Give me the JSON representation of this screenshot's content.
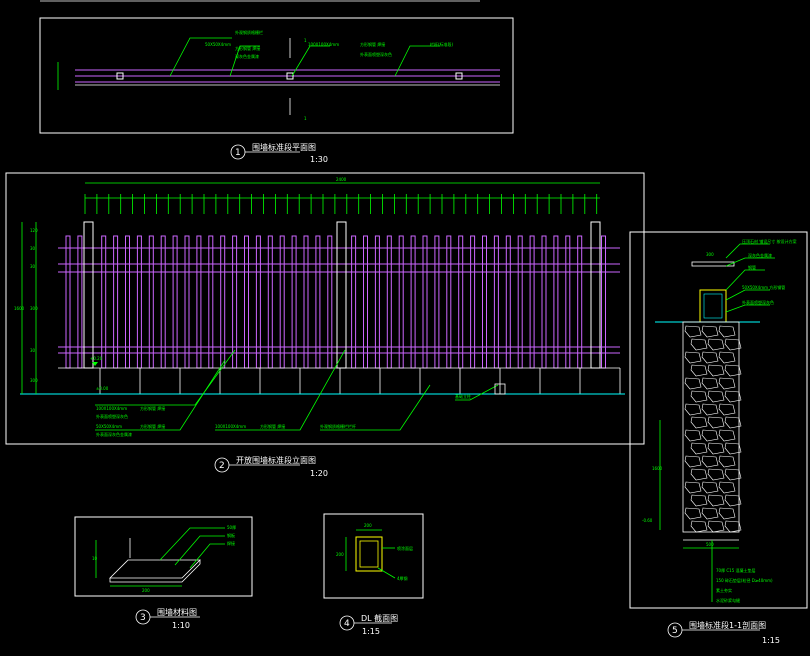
{
  "colors": {
    "background": "#000000",
    "frame": "#ffffff",
    "dimension": "#00ff00",
    "bar": "#cc66ff",
    "ground": "#00ffff"
  },
  "views": [
    {
      "number": "1",
      "title": "围墙标准段平面图",
      "scale": "1:30"
    },
    {
      "number": "2",
      "title": "开放围墙标准段立面图",
      "scale": "1:20"
    },
    {
      "number": "3",
      "title": "围墙材料图",
      "scale": "1:10"
    },
    {
      "number": "4",
      "title": "DL 截面图",
      "scale": "1:15"
    },
    {
      "number": "5",
      "title": "围墙标准段1-1剖面图",
      "scale": "1:15"
    }
  ],
  "plan": {
    "section_mark_top": "1",
    "section_mark_bottom": "1",
    "callouts": [
      "外观钢质格栅栏",
      "50X50X4mm",
      "方形钢管 焊接",
      "深灰色金属漆",
      "100X100X4mm",
      "方形钢管 焊接",
      "外表面喷塑深灰色",
      "栏杆(标准段)"
    ]
  },
  "elevation": {
    "overall_dim": "2400",
    "callouts": [
      "100X100X4mm",
      "方形钢管 焊接",
      "外表面喷塑深灰色",
      "50X50X4mm",
      "方形钢管 焊接",
      "外表面深灰色金属漆",
      "100X100X4mm",
      "方形钢管 焊接",
      "外观钢质格栅栏栏杆",
      "基础立柱"
    ],
    "level_marks": [
      "+0.20",
      "±0.00"
    ],
    "height_dims": [
      "120",
      "30",
      "30",
      "300",
      "30",
      "1600",
      "30",
      "300"
    ]
  },
  "material": {
    "callouts": [
      "50厚",
      "钢板",
      "焊接"
    ],
    "dims": [
      "10",
      "200"
    ]
  },
  "dl_section": {
    "dims": [
      "200",
      "200"
    ],
    "callouts": [
      "喷涂面层",
      "4厚钢"
    ]
  },
  "section": {
    "callouts_top": [
      "压顶石材 铺设尺寸 按设计方案",
      "深灰色金属漆",
      "钢管",
      "50X50X4mm 方形钢管",
      "外表面喷塑深灰色"
    ],
    "callouts_bottom": [
      "70厚 C15 混凝土垫层",
      "150 碎石垫层(粒径 D≥40mm)",
      "素土夯实",
      "水泥砂浆勾缝"
    ],
    "dims": [
      "300",
      "500",
      "1600"
    ],
    "level_mark": "-0.60"
  }
}
